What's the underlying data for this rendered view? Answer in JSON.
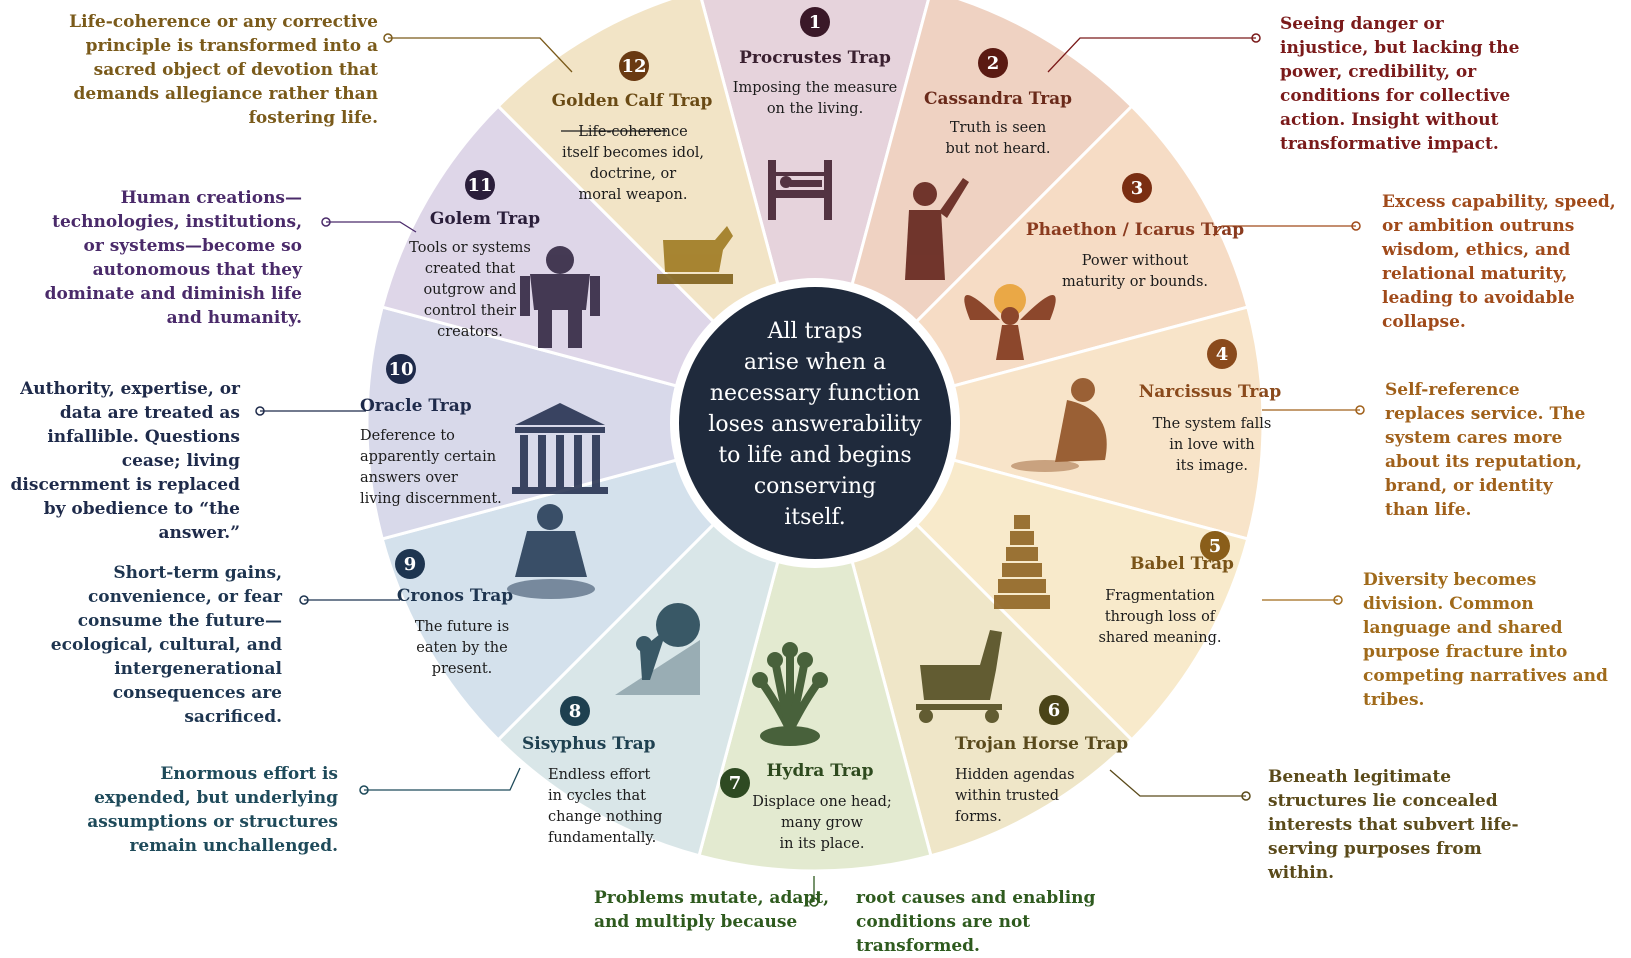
{
  "center_text": [
    "All traps",
    "arise when a",
    "necessary function",
    "loses answerability",
    "to life and begins",
    "conserving",
    "itself."
  ],
  "traps": [
    {
      "number": "1",
      "name": "Procrustes Trap",
      "desc": [
        "Imposing the measure",
        "on the living."
      ],
      "color": "#e6d3dc",
      "text_color": "#3a2030",
      "badge": "#3a1828",
      "icon": "bed-icon"
    },
    {
      "number": "2",
      "name": "Cassandra Trap",
      "desc": [
        "Truth is seen",
        "but not heard."
      ],
      "color": "#efd2c2",
      "text_color": "#6a2a1a",
      "badge": "#5a1a12",
      "icon": "prophetess-icon"
    },
    {
      "number": "3",
      "name": "Phaethon / Icarus Trap",
      "desc": [
        "Power without",
        "maturity or bounds."
      ],
      "color": "#f6dcc5",
      "text_color": "#8a3a1e",
      "badge": "#7a2e12",
      "icon": "icarus-icon"
    },
    {
      "number": "4",
      "name": "Narcissus Trap",
      "desc": [
        "The system falls",
        "in love with",
        "its image."
      ],
      "color": "#f8e4c9",
      "text_color": "#8a4a1c",
      "badge": "#8a4a1c",
      "icon": "narcissus-icon"
    },
    {
      "number": "5",
      "name": "Babel Trap",
      "desc": [
        "Fragmentation",
        "through loss of",
        "shared meaning."
      ],
      "color": "#f8eacb",
      "text_color": "#7a5418",
      "badge": "#8a5e1a",
      "icon": "tower-icon"
    },
    {
      "number": "6",
      "name": "Trojan Horse Trap",
      "desc": [
        "Hidden agendas",
        "within trusted",
        "forms."
      ],
      "color": "#efe6c8",
      "text_color": "#5a4a1c",
      "badge": "#4a4418",
      "icon": "trojan-horse-icon"
    },
    {
      "number": "7",
      "name": "Hydra Trap",
      "desc": [
        "Displace one head;",
        "many grow",
        "in its place."
      ],
      "color": "#e3ead0",
      "text_color": "#2e4a1e",
      "badge": "#2e4a22",
      "icon": "hydra-icon"
    },
    {
      "number": "8",
      "name": "Sisyphus Trap",
      "desc": [
        "Endless effort",
        "in cycles that",
        "change nothing",
        "fundamentally."
      ],
      "color": "#d9e6e8",
      "text_color": "#1e4050",
      "badge": "#1e4050",
      "icon": "boulder-icon"
    },
    {
      "number": "9",
      "name": "Cronos Trap",
      "desc": [
        "The future is",
        "eaten by the",
        "present."
      ],
      "color": "#d4e1ec",
      "text_color": "#1e3550",
      "badge": "#1e3550",
      "icon": "cronos-icon"
    },
    {
      "number": "10",
      "name": "Oracle Trap",
      "desc": [
        "Deference to",
        "apparently certain",
        "answers over",
        "living discernment."
      ],
      "color": "#d8d9ea",
      "text_color": "#1e2a4a",
      "badge": "#1e2a4a",
      "icon": "temple-icon"
    },
    {
      "number": "11",
      "name": "Golem Trap",
      "desc": [
        "Tools or systems",
        "created that",
        "outgrow and",
        "control their",
        "creators."
      ],
      "color": "#ded6e8",
      "text_color": "#2a1e3a",
      "badge": "#2a1e3a",
      "icon": "golem-icon"
    },
    {
      "number": "12",
      "name": "Golden Calf Trap",
      "desc": [
        "Life-coherence",
        "itself becomes idol,",
        "doctrine, or",
        "moral weapon."
      ],
      "color": "#f2e4c6",
      "text_color": "#6a4a14",
      "badge": "#6a3a12",
      "icon": "golden-calf-icon"
    }
  ],
  "annotations": {
    "a12": "Life-coherence or any corrective principle is transformed into a sacred object of devotion that demands allegiance rather than fostering life.",
    "a2": "Seeing danger or injustice, but lacking the power, credibility, or conditions for collective action. Insight without transformative impact.",
    "a11": "Human creations—technologies, institutions, or systems—become so autonomous that they dominate and diminish life and humanity.",
    "a3": "Excess capability, speed, or ambition outruns wisdom, ethics, and relational maturity, leading to avoidable collapse.",
    "a10": "Authority, expertise, or data are treated as infallible. Questions cease; living discernment is replaced by obedience to “the answer.”",
    "a4": "Self-reference replaces service. The system cares more about its reputation, brand, or identity than life.",
    "a9": "Short-term gains, convenience, or fear consume the future—ecological, cultural, and intergenerational consequences are sacrificed.",
    "a5": "Diversity becomes division. Common language and shared purpose fracture into competing narratives and tribes.",
    "a8": "Enormous effort is expended, but underlying assumptions or structures remain unchallenged.",
    "a6": "Beneath legitimate structures lie concealed interests that subvert life-serving purposes from within.",
    "a7_left": "Problems mutate, adapt, and multiply because",
    "a7_right": "root causes and enabling conditions are not transformed."
  },
  "colors": {
    "center_fill": "#1f2a3c",
    "annotation_12": "#7a5a1a",
    "annotation_2": "#7a1a1a",
    "annotation_11": "#4a2a6a",
    "annotation_3": "#a04a1a",
    "annotation_10": "#1e2a4a",
    "annotation_4": "#a0601a",
    "annotation_9": "#1e3550",
    "annotation_5": "#a06a1a",
    "annotation_8": "#1e4a5a",
    "annotation_6": "#5a4a1a",
    "annotation_7": "#2e5a1e"
  }
}
